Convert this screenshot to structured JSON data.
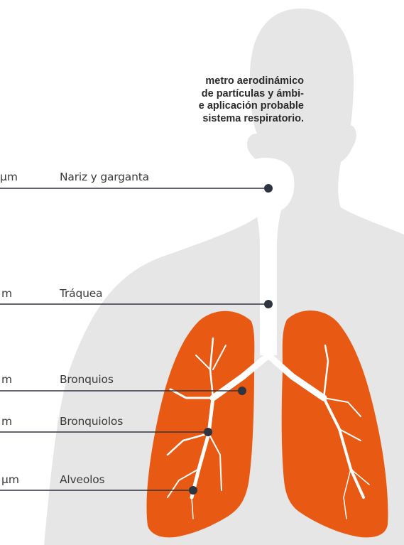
{
  "caption": {
    "lines": [
      "metro aerodinámico",
      "de partículas y ámbi-",
      "e aplicación probable",
      "sistema respiratorio."
    ]
  },
  "levels": [
    {
      "size": "μm",
      "label": "Nariz y garganta"
    },
    {
      "size": "m",
      "label": "Tráquea"
    },
    {
      "size": "m",
      "label": "Bronquios"
    },
    {
      "size": "m",
      "label": "Bronquiolos"
    },
    {
      "size": "μm",
      "label": "Alveolos"
    }
  ],
  "colors": {
    "silhouette": "#e6e6e6",
    "airway": "#ffffff",
    "lung": "#e85a13",
    "line": "#2e3440"
  }
}
